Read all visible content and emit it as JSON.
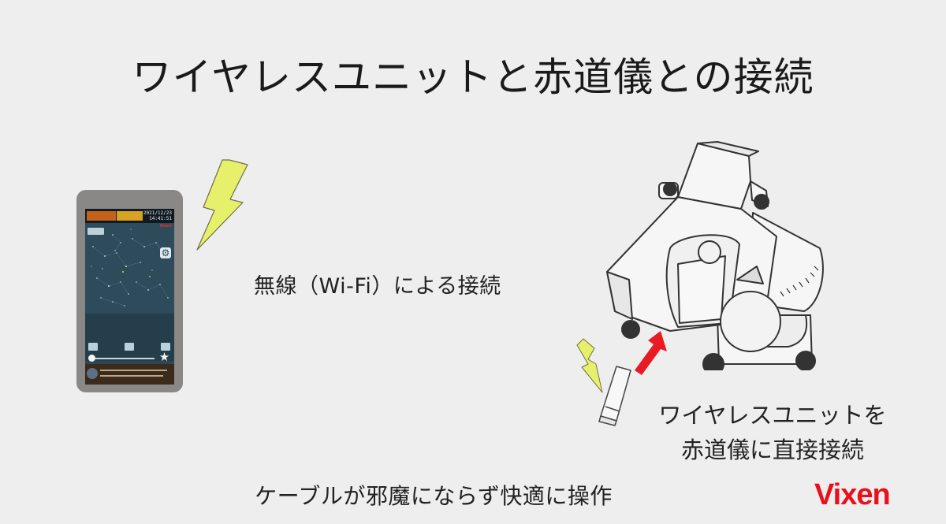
{
  "title": "ワイヤレスユニットと赤道儀との接続",
  "phone_screen": {
    "date": "2021/12/23",
    "time": "14:41:51",
    "brand": "Vixen"
  },
  "wifi_label": "無線（Wi-Fi）による接続",
  "unit_label": {
    "line1": "ワイヤレスユニットを",
    "line2": "赤道儀に直接接続"
  },
  "bottom_caption": "ケーブルが邪魔にならず快適に操作",
  "logo": "Vixen",
  "colors": {
    "background": "#efeeee",
    "lightning": "#e6f06a",
    "arrow": "#e81b23",
    "logo": "#e8101b"
  }
}
